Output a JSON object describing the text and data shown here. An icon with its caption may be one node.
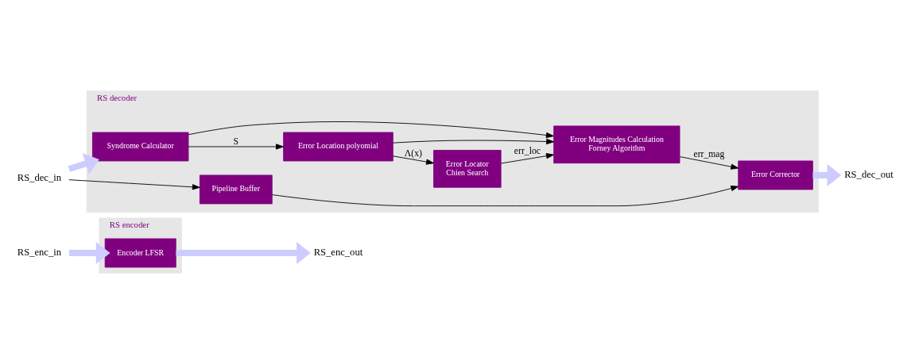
{
  "diagram": {
    "nodes": [
      {
        "text": [
          "RS encoder"
        ]
      },
      {
        "text": [
          "Encoder LFSR"
        ],
        "in": 0
      },
      {
        "text": [
          "RS decoder"
        ]
      },
      {
        "text": [
          "Syndrome Calculator"
        ],
        "in": 2
      },
      {
        "text": [
          "Error Location polyomial"
        ],
        "in": 2
      },
      {
        "text": [
          "Error Locator",
          "Chien Search"
        ],
        "in": 2
      },
      {
        "text": [
          "Error Magnitudes Calculation",
          "Forney Algorithm"
        ],
        "in": 2
      },
      {
        "text": [
          "Error Corrector"
        ],
        "in": 2
      },
      {
        "text": [
          "Pipeline Buffer"
        ],
        "in": 2
      },
      {
        "text": [
          "RS_enc_in"
        ]
      },
      {
        "text": [
          "RS_enc_out"
        ]
      },
      {
        "text": [
          "RS_dec_in"
        ]
      },
      {
        "text": [
          "RS_dec_out"
        ]
      }
    ],
    "edges": [
      {
        "from": 9,
        "to": 1,
        "arrow": "to",
        "style": "thick",
        "color": "#ccccff"
      },
      {
        "from": 1,
        "to": 10,
        "arrow": "to",
        "style": "thick",
        "color": "#ccccff"
      },
      {
        "from": 11,
        "to": 3,
        "arrow": "to",
        "style": "thick",
        "color": "#ccccff"
      },
      {
        "from": 3,
        "to": 4,
        "arrow": "to",
        "label": "S"
      },
      {
        "from": 3,
        "to": 6,
        "arrow": "to"
      },
      {
        "from": 4,
        "to": 5,
        "arrow": "to",
        "label": "Λ(x)"
      },
      {
        "from": 4,
        "to": 6,
        "arrow": "to"
      },
      {
        "from": 5,
        "to": 6,
        "arrow": "to",
        "label": "err_loc"
      },
      {
        "from": 6,
        "to": 7,
        "arrow": "to",
        "label": "err_mag"
      },
      {
        "from": 11,
        "to": 8,
        "arrow": "to"
      },
      {
        "from": 8,
        "to": 7,
        "arrow": "to"
      },
      {
        "from": 7,
        "to": 12,
        "arrow": "to",
        "style": "thick",
        "color": "#ccccff"
      }
    ]
  }
}
